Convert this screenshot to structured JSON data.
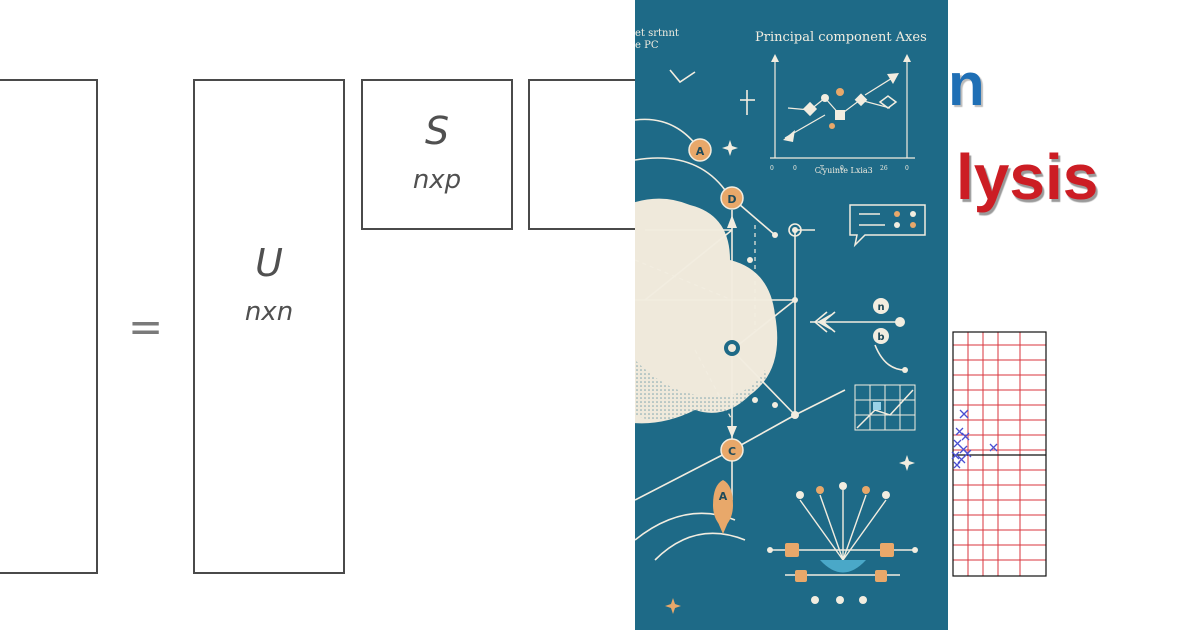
{
  "left_panel": {
    "equals_sign": "=",
    "matrix_u": {
      "symbol": "U",
      "dims": "nxn"
    },
    "matrix_s": {
      "symbol": "S",
      "dims": "nxp"
    }
  },
  "middle_panel": {
    "title": "Principal component Axes",
    "corner_text": "et srtnnt\ne PC",
    "axis_caption": "Ꮹyuinte Lxia3",
    "axis_ticks": [
      "0",
      "0",
      "T",
      "0",
      "26",
      "0"
    ],
    "node_labels": [
      "A",
      "D",
      "C",
      "A"
    ],
    "small_labels": [
      "n",
      "b"
    ],
    "colors": {
      "background": "#1e6a87",
      "cream": "#f2ede0",
      "accent": "#e8a86a"
    }
  },
  "right_panel": {
    "headline_top": "n",
    "headline_bottom": "lysis",
    "colors": {
      "blue": "#1f6fb5",
      "red": "#cc1d24",
      "grid": "#d9363e",
      "points": "#4b4fd1"
    }
  }
}
